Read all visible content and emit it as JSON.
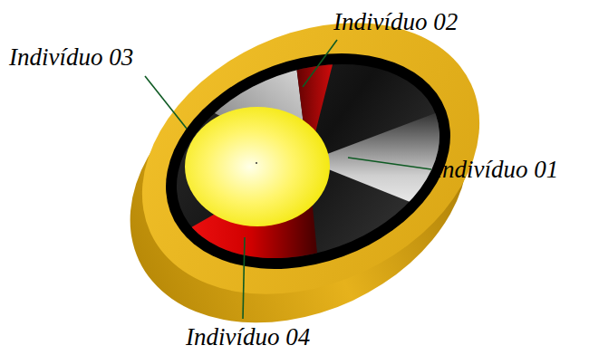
{
  "diagram": {
    "labels": [
      "Indivíduo 02",
      "Indivíduo 03",
      "Indivíduo 01",
      "Indivíduo 04"
    ]
  }
}
